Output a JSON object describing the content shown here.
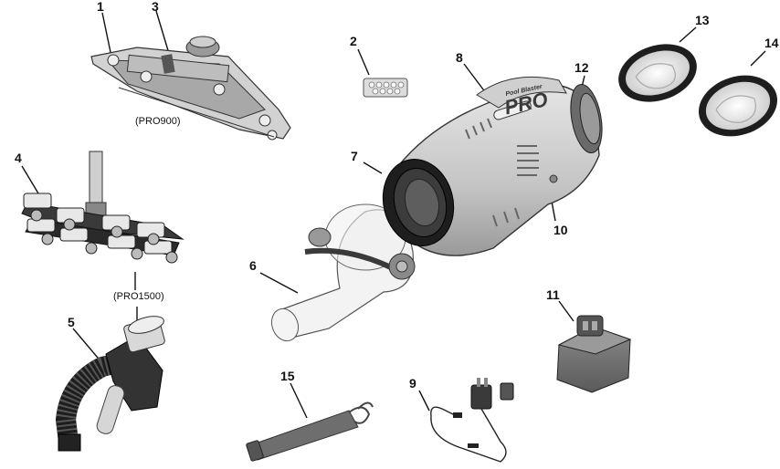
{
  "callouts": {
    "c1": "1",
    "c2": "2",
    "c3": "3",
    "c4": "4",
    "c5": "5",
    "c6": "6",
    "c7": "7",
    "c8": "8",
    "c9": "9",
    "c10": "10",
    "c11": "11",
    "c12": "12",
    "c13": "13",
    "c14": "14",
    "c15": "15"
  },
  "models": {
    "pro900": "(PRO900)",
    "pro1500": "(PRO1500)"
  },
  "product_badge": {
    "brand": "Pool Blaster",
    "name": "PRO"
  },
  "colors": {
    "line": "#111111",
    "body_gray": "#c9c9c9",
    "dark_gray": "#4a4a4a",
    "mid_gray": "#8a8a8a",
    "light_gray": "#e4e4e4",
    "ring_black": "#1e1e1e"
  }
}
